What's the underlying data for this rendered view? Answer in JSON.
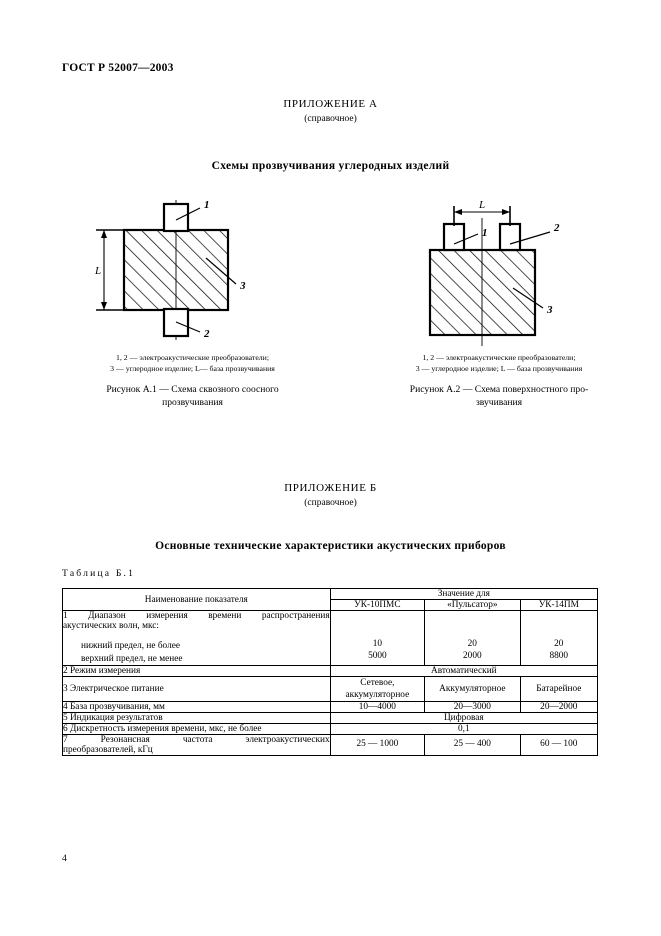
{
  "document": {
    "standard_header": "ГОСТ Р 52007—2003",
    "page_number": "4"
  },
  "appendix_a": {
    "title": "ПРИЛОЖЕНИЕ А",
    "subtitle": "(справочное)",
    "heading": "Схемы прозвучивания углеродных изделий"
  },
  "figure_a1": {
    "label_1": "1",
    "label_2": "2",
    "label_3": "3",
    "dimension": "L",
    "legend_line1": "1, 2 — электроакустические преобразователи;",
    "legend_line2": "3 — углеродное изделие; L— база прозвучивания",
    "caption_line1": "Рисунок А.1 — Схема сквозного соосного",
    "caption_line2": "прозвучивания"
  },
  "figure_a2": {
    "label_1": "1",
    "label_2": "2",
    "label_3": "3",
    "dimension": "L",
    "legend_line1": "1, 2 — электроакустические преобразователи;",
    "legend_line2": "3 — углеродное изделие; L — база прозвучивания",
    "caption_line1": "Рисунок А.2 — Схема поверхностного про-",
    "caption_line2": "звучивания"
  },
  "appendix_b": {
    "title": "ПРИЛОЖЕНИЕ Б",
    "subtitle": "(справочное)",
    "heading": "Основные технические характеристики акустических приборов",
    "table_label": "Таблица Б.1"
  },
  "table": {
    "header_name": "Наименование показателя",
    "header_group": "Значение для",
    "devices": [
      "УК‑10ПМС",
      "«Пульсатор»",
      "УК‑14ПМ"
    ],
    "rows": [
      {
        "name_main": "1 Диапазон измерения времени распространения",
        "name_second": "акустических волн, мкс:",
        "sub1": "нижний предел, не более",
        "sub2": "верхний предел, не менее",
        "v1_a": "10",
        "v1_b": "5000",
        "v2_a": "20",
        "v2_b": "2000",
        "v3_a": "20",
        "v3_b": "8800"
      },
      {
        "name": "2 Режим измерения",
        "merged_value": "Автоматический"
      },
      {
        "name": "3 Электрическое питание",
        "v1": "Сетевое,\nаккумуляторное",
        "v2": "Аккумуляторное",
        "v3": "Батарейное"
      },
      {
        "name": "4 База прозвучивания, мм",
        "v1": "10—4000",
        "v2": "20—3000",
        "v3": "20—2000"
      },
      {
        "name": "5 Индикация результатов",
        "merged_value": "Цифровая"
      },
      {
        "name": "6 Дискретность измерения времени, мкс, не более",
        "merged_value": "0,1"
      },
      {
        "name_main": "7 Резонансная частота электроакустических",
        "name_second": "преобразователей, кГц",
        "v1": "25 — 1000",
        "v2": "25 — 400",
        "v3": "60 — 100"
      }
    ]
  }
}
